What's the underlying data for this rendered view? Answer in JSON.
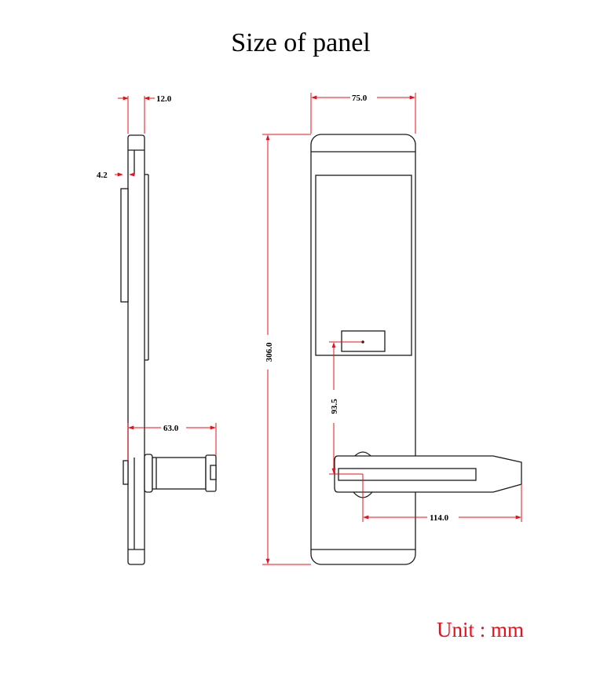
{
  "title": "Size of panel",
  "unit_label": "Unit : mm",
  "colors": {
    "outline": "#1a1a1a",
    "dimension_line": "#e8101a",
    "unit_text": "#e8101a"
  },
  "dimensions": {
    "side_thickness": "12.0",
    "side_recess_depth": "4.2",
    "handle_projection": "63.0",
    "panel_width": "75.0",
    "panel_height": "306.0",
    "spindle_to_sensor": "93.5",
    "lever_length": "114.0"
  }
}
